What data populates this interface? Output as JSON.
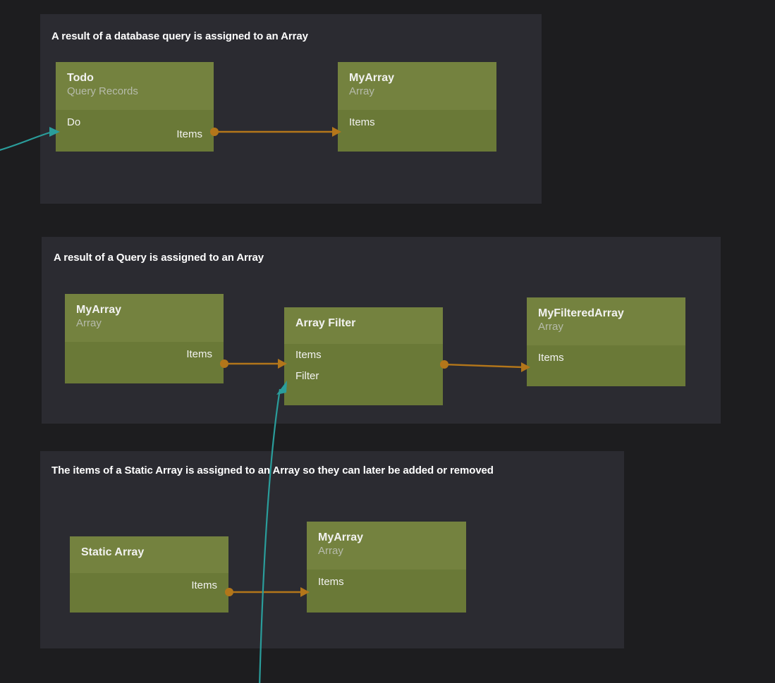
{
  "theme": {
    "page_background": "#1d1d1f",
    "panel_background": "#2b2b31",
    "node_header": "#74823f",
    "node_body": "#6a7937",
    "node_title_color": "#f2f2f0",
    "node_subtitle_color": "#b6bbab",
    "data_link_color": "#b3761a",
    "exec_link_color": "#2a9d9b"
  },
  "panels": [
    {
      "id": "panel-database-query",
      "title": "A result of a database query is assigned to an Array",
      "nodes": [
        {
          "id": "todo",
          "title": "Todo",
          "subtitle": "Query Records",
          "ports": [
            {
              "name": "Do",
              "dir": "in"
            },
            {
              "name": "Items",
              "dir": "out"
            }
          ]
        },
        {
          "id": "myarray-1",
          "title": "MyArray",
          "subtitle": "Array",
          "ports": [
            {
              "name": "Items",
              "dir": "in"
            }
          ]
        }
      ]
    },
    {
      "id": "panel-query-array",
      "title": "A result of a Query is assigned to an Array",
      "nodes": [
        {
          "id": "myarray-2",
          "title": "MyArray",
          "subtitle": "Array",
          "ports": [
            {
              "name": "Items",
              "dir": "out"
            }
          ]
        },
        {
          "id": "array-filter",
          "title": "Array Filter",
          "subtitle": "",
          "ports": [
            {
              "name": "Items",
              "dir": "in"
            },
            {
              "name": "Filter",
              "dir": "in"
            },
            {
              "name": "Items",
              "dir": "out"
            }
          ]
        },
        {
          "id": "myfilteredarray",
          "title": "MyFilteredArray",
          "subtitle": "Array",
          "ports": [
            {
              "name": "Items",
              "dir": "in"
            }
          ]
        }
      ]
    },
    {
      "id": "panel-static-array",
      "title": "The items of a Static Array is assigned to an Array so they can later be added or removed",
      "nodes": [
        {
          "id": "static-array",
          "title": "Static Array",
          "subtitle": "",
          "ports": [
            {
              "name": "Items",
              "dir": "out"
            }
          ]
        },
        {
          "id": "myarray-3",
          "title": "MyArray",
          "subtitle": "Array",
          "ports": [
            {
              "name": "Items",
              "dir": "in"
            }
          ]
        }
      ]
    }
  ],
  "links": [
    {
      "id": "link-todo-items-to-myarray1-items",
      "kind": "data",
      "from": "todo.Items",
      "to": "myarray-1.Items"
    },
    {
      "id": "link-myarray2-items-to-filter-items",
      "kind": "data",
      "from": "myarray-2.Items",
      "to": "array-filter.Items"
    },
    {
      "id": "link-filter-items-to-myfilteredarray-items",
      "kind": "data",
      "from": "array-filter.Items",
      "to": "myfilteredarray.Items"
    },
    {
      "id": "link-staticarray-items-to-myarray3-items",
      "kind": "data",
      "from": "static-array.Items",
      "to": "myarray-3.Items"
    },
    {
      "id": "link-offscreen-to-todo-do",
      "kind": "exec",
      "from": "offscreen-left",
      "to": "todo.Do"
    },
    {
      "id": "link-offscreen-to-filter-filter",
      "kind": "exec",
      "from": "offscreen-bottom",
      "to": "array-filter.Filter"
    }
  ]
}
